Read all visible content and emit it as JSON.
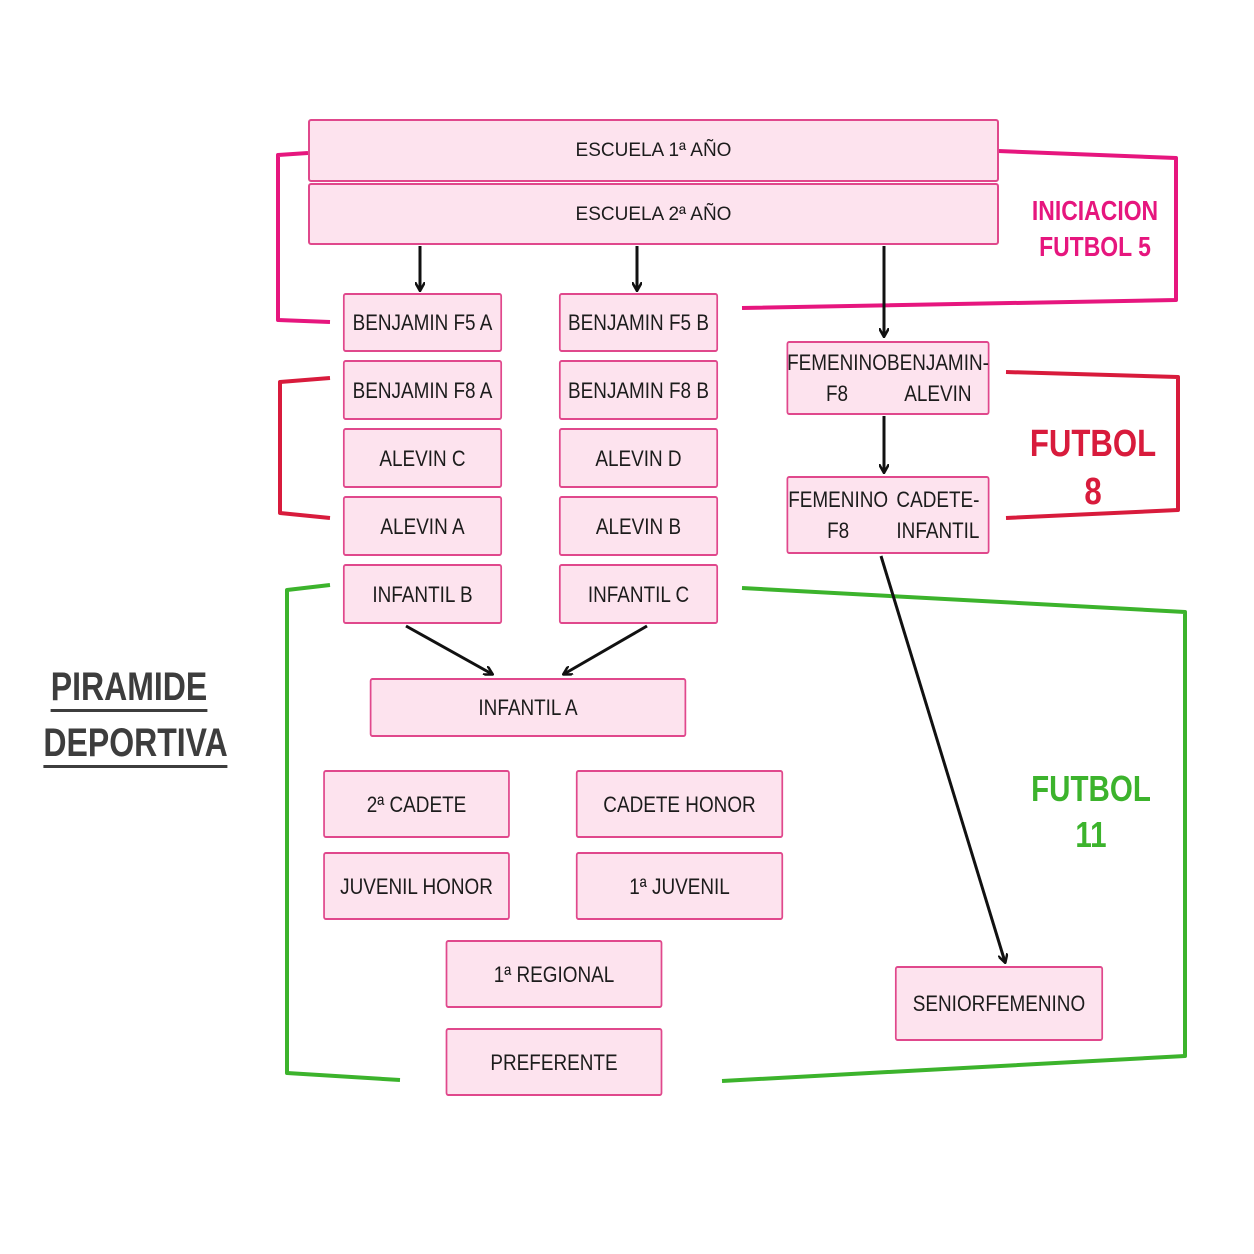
{
  "title": {
    "line1": "PIRAMIDE",
    "line2": "DEPORTIVA"
  },
  "groups": {
    "iniciacion": {
      "line1": "INICIACION",
      "line2": "FUTBOL 5",
      "color": "#e6167e"
    },
    "futbol8": {
      "label": "FUTBOL 8",
      "color": "#d81b3c"
    },
    "futbol11": {
      "label": "FUTBOL 11",
      "color": "#3cb32c"
    }
  },
  "boxes": {
    "escuela1": "ESCUELA 1ª AÑO",
    "escuela2": "ESCUELA 2ª AÑO",
    "benjamin_f5_a": "BENJAMIN F5 A",
    "benjamin_f5_b": "BENJAMIN F5 B",
    "benjamin_f8_a": "BENJAMIN F8 A",
    "benjamin_f8_b": "BENJAMIN F8 B",
    "alevin_c": "ALEVIN C",
    "alevin_d": "ALEVIN D",
    "alevin_a": "ALEVIN A",
    "alevin_b": "ALEVIN B",
    "infantil_b": "INFANTIL B",
    "infantil_c": "INFANTIL C",
    "femenino_f8_ba": {
      "line1": "FEMENINO F8",
      "line2": "BENJAMIN-ALEVIN"
    },
    "femenino_f8_ci": {
      "line1": "FEMENINO F8",
      "line2": "CADETE-INFANTIL"
    },
    "infantil_a": "INFANTIL A",
    "cadete_2": "2ª CADETE",
    "cadete_honor": "CADETE HONOR",
    "juvenil_honor": "JUVENIL HONOR",
    "juvenil_1": "1ª JUVENIL",
    "regional_1": "1ª REGIONAL",
    "preferente": "PREFERENTE",
    "senior_femenino": {
      "line1": "SENIOR",
      "line2": "FEMENINO"
    }
  },
  "colors": {
    "box_fill": "#fde3ee",
    "box_border": "#e0488c",
    "arrow": "#111111",
    "title": "#3d3d3d"
  }
}
